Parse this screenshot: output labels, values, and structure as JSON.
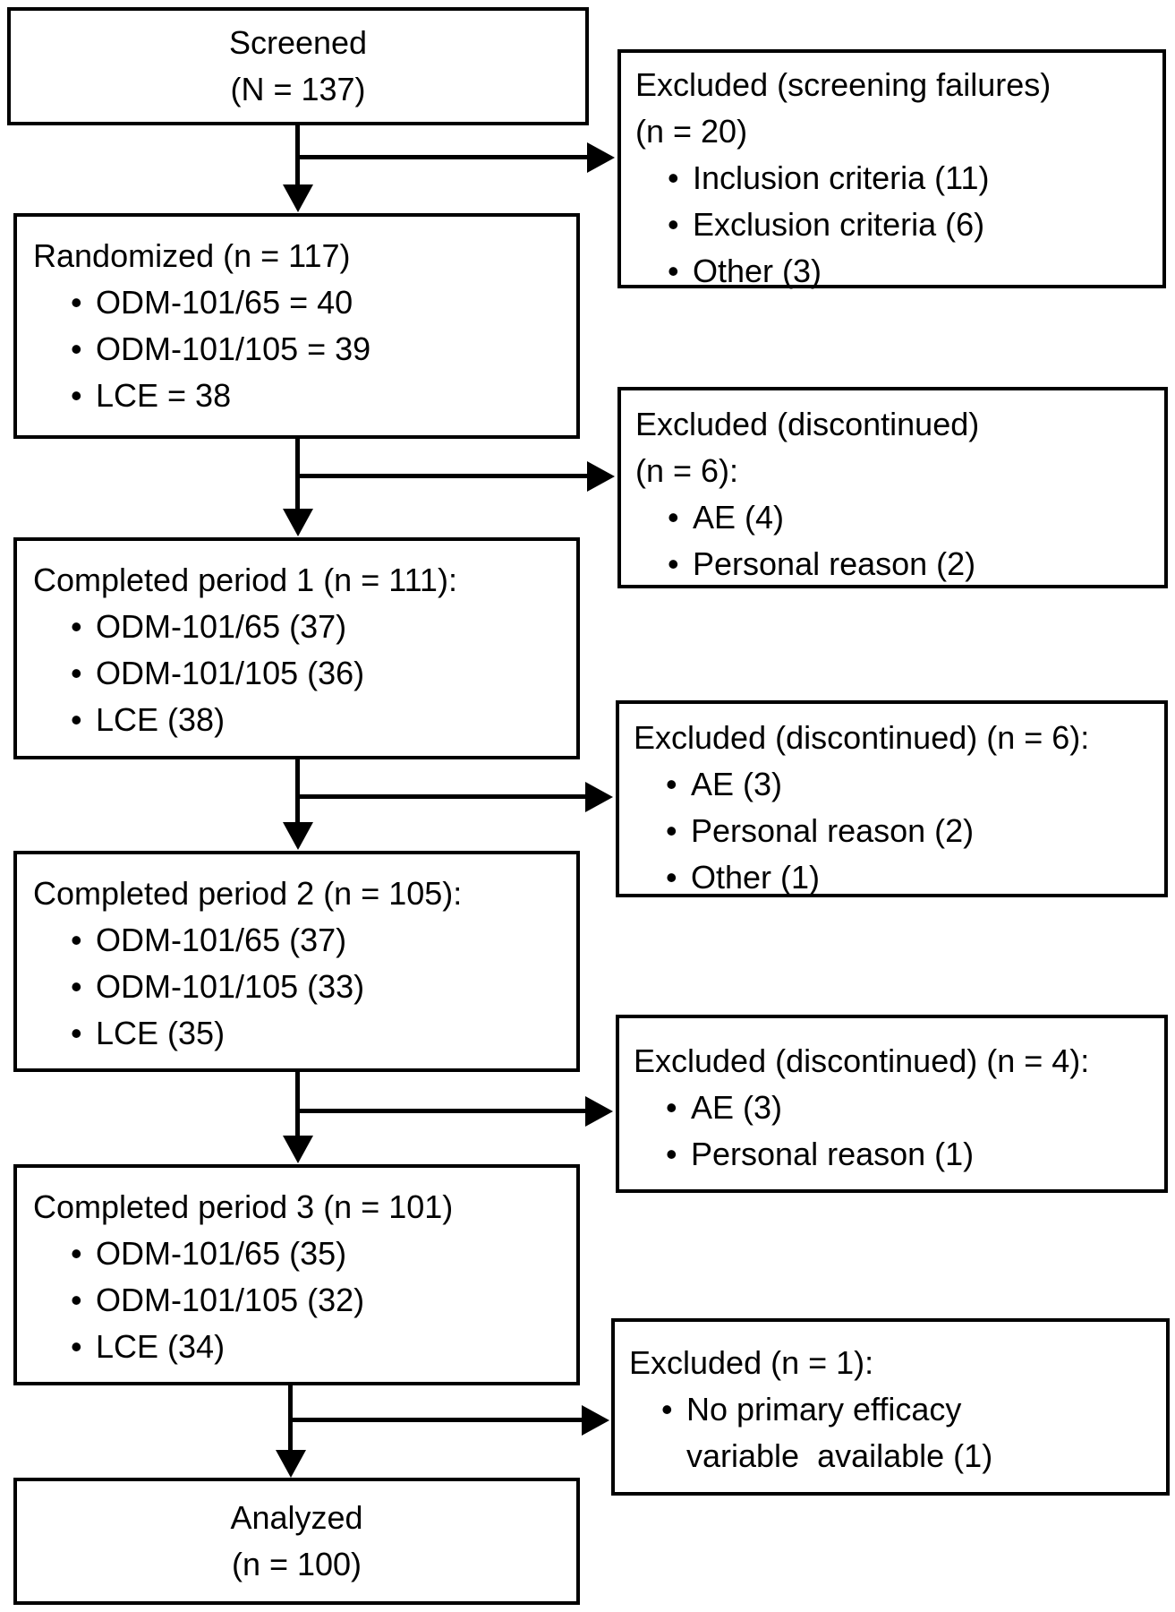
{
  "diagram": {
    "bullet_char": "•",
    "colors": {
      "ink": "#000000",
      "background": "#ffffff"
    },
    "left_boxes": [
      {
        "name": "screened",
        "center_lines": [
          "Screened",
          "(N = 137)"
        ]
      },
      {
        "name": "randomized",
        "title_lines": [
          "Randomized (n = 117)"
        ],
        "bullets": [
          [
            "ODM-101/65 = 40"
          ],
          [
            "ODM-101/105 = 39"
          ],
          [
            "LCE = 38"
          ]
        ]
      },
      {
        "name": "completed-period-1",
        "title_lines": [
          "Completed period 1 (n = 111):"
        ],
        "bullets": [
          [
            "ODM-101/65 (37)"
          ],
          [
            "ODM-101/105 (36)"
          ],
          [
            "LCE (38)"
          ]
        ]
      },
      {
        "name": "completed-period-2",
        "title_lines": [
          "Completed period 2 (n = 105):"
        ],
        "bullets": [
          [
            "ODM-101/65 (37)"
          ],
          [
            "ODM-101/105 (33)"
          ],
          [
            "LCE (35)"
          ]
        ]
      },
      {
        "name": "completed-period-3",
        "title_lines": [
          "Completed period 3 (n = 101)"
        ],
        "bullets": [
          [
            "ODM-101/65 (35)"
          ],
          [
            "ODM-101/105 (32)"
          ],
          [
            "LCE (34)"
          ]
        ]
      },
      {
        "name": "analyzed",
        "center_lines": [
          "Analyzed",
          "(n = 100)"
        ]
      }
    ],
    "right_boxes": [
      {
        "name": "excluded-screening-failures",
        "title_lines": [
          "Excluded (screening failures)",
          "(n = 20)"
        ],
        "bullets": [
          [
            "Inclusion criteria (11)"
          ],
          [
            "Exclusion criteria (6)"
          ],
          [
            "Other (3)"
          ]
        ]
      },
      {
        "name": "excluded-discontinued-period-1",
        "title_lines": [
          "Excluded (discontinued)",
          "(n = 6):"
        ],
        "bullets": [
          [
            "AE (4)"
          ],
          [
            "Personal reason (2)"
          ]
        ]
      },
      {
        "name": "excluded-discontinued-period-2",
        "title_lines": [
          "Excluded (discontinued) (n = 6):"
        ],
        "bullets": [
          [
            "AE (3)"
          ],
          [
            "Personal reason (2)"
          ],
          [
            "Other (1)"
          ]
        ]
      },
      {
        "name": "excluded-discontinued-period-3",
        "title_lines": [
          "Excluded (discontinued) (n = 4):"
        ],
        "bullets": [
          [
            "AE (3)"
          ],
          [
            "Personal reason (1)"
          ]
        ]
      },
      {
        "name": "excluded-final",
        "title_lines": [
          "Excluded (n = 1):"
        ],
        "bullets": [
          [
            "No primary efficacy",
            "variable  available (1)"
          ]
        ]
      }
    ]
  }
}
